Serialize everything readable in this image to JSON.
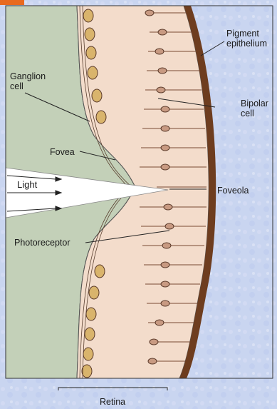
{
  "labels": {
    "pigment_line1": "Pigment",
    "pigment_line2": "epithelium",
    "ganglion_line1": "Ganglion",
    "ganglion_line2": "cell",
    "bipolar_line1": "Bipolar",
    "bipolar_line2": "cell",
    "fovea": "Fovea",
    "light": "Light",
    "foveola": "Foveola",
    "photoreceptor": "Photoreceptor",
    "retina": "Retina"
  },
  "colors": {
    "background": "#c9d5f0",
    "vitreous": "#c3d0b8",
    "retina_tissue": "#f3dccb",
    "pigment_epithelium": "#6e3d1f",
    "ganglion_cell": "#d9b46c",
    "cell_body": "#c89a82",
    "light_beam": "#ffffff",
    "orange_tab": "#e86a1f"
  },
  "icons": [
    "light-arrow-icon"
  ]
}
